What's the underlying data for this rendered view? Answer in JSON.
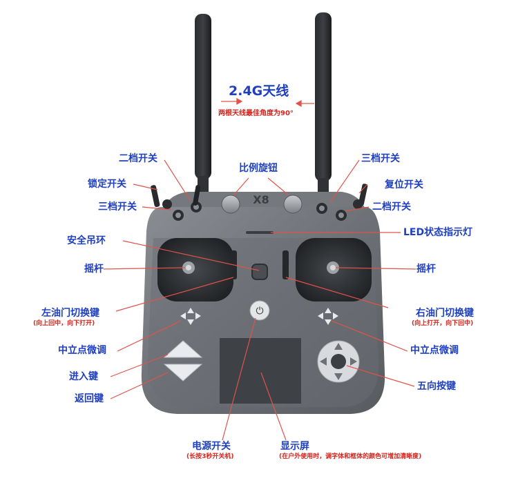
{
  "colors": {
    "label": "#1f3fbf",
    "note": "#d0261e",
    "leader": "#e0534a",
    "body": "#6f7378"
  },
  "brand": "X8",
  "labels": {
    "antenna_title": "2.4G天线",
    "antenna_note": "两根天线最佳角度为90°",
    "two_pos_left": "二档开关",
    "lock_switch": "锁定开关",
    "three_pos_left": "三档开关",
    "proportional_knob": "比例旋钮",
    "three_pos_right": "三档开关",
    "reset_switch": "复位开关",
    "two_pos_right": "二档开关",
    "led": "LED状态指示灯",
    "safety_hook": "安全吊环",
    "stick_left": "摇杆",
    "stick_right": "摇杆",
    "left_throttle": "左油门切换键",
    "left_throttle_note": "(向上回中，向下打开)",
    "right_throttle": "右油门切换键",
    "right_throttle_note": "(向上打开，向下回中)",
    "trim_left": "中立点微调",
    "trim_right": "中立点微调",
    "enter_key": "进入键",
    "back_key": "返回键",
    "five_way": "五向按键",
    "power": "电源开关",
    "power_note": "(长按3秒开关机)",
    "display": "显示屏",
    "display_note": "(在户外使用时，调字体和框体的颜色可增加清晰度)"
  }
}
